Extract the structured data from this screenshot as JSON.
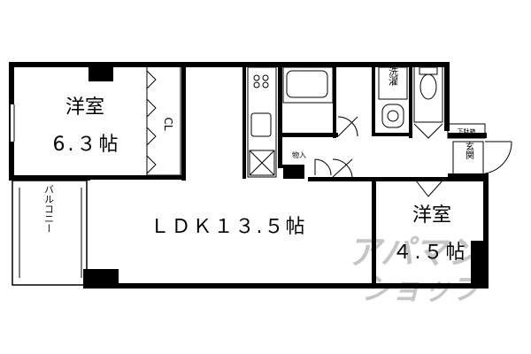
{
  "rooms": {
    "western_6": {
      "name": "洋室",
      "size": "6.３帖"
    },
    "closet": "CL",
    "ldk": "ＬＤＫ１３.５帖",
    "western_4": {
      "name": "洋室",
      "size": "４.５帖"
    },
    "washer": "洗濯",
    "storage": "物入",
    "shoe_box": "下駄箱",
    "entrance": "玄関",
    "balcony": "バルコニー"
  },
  "watermark": "アパマンショップ"
}
